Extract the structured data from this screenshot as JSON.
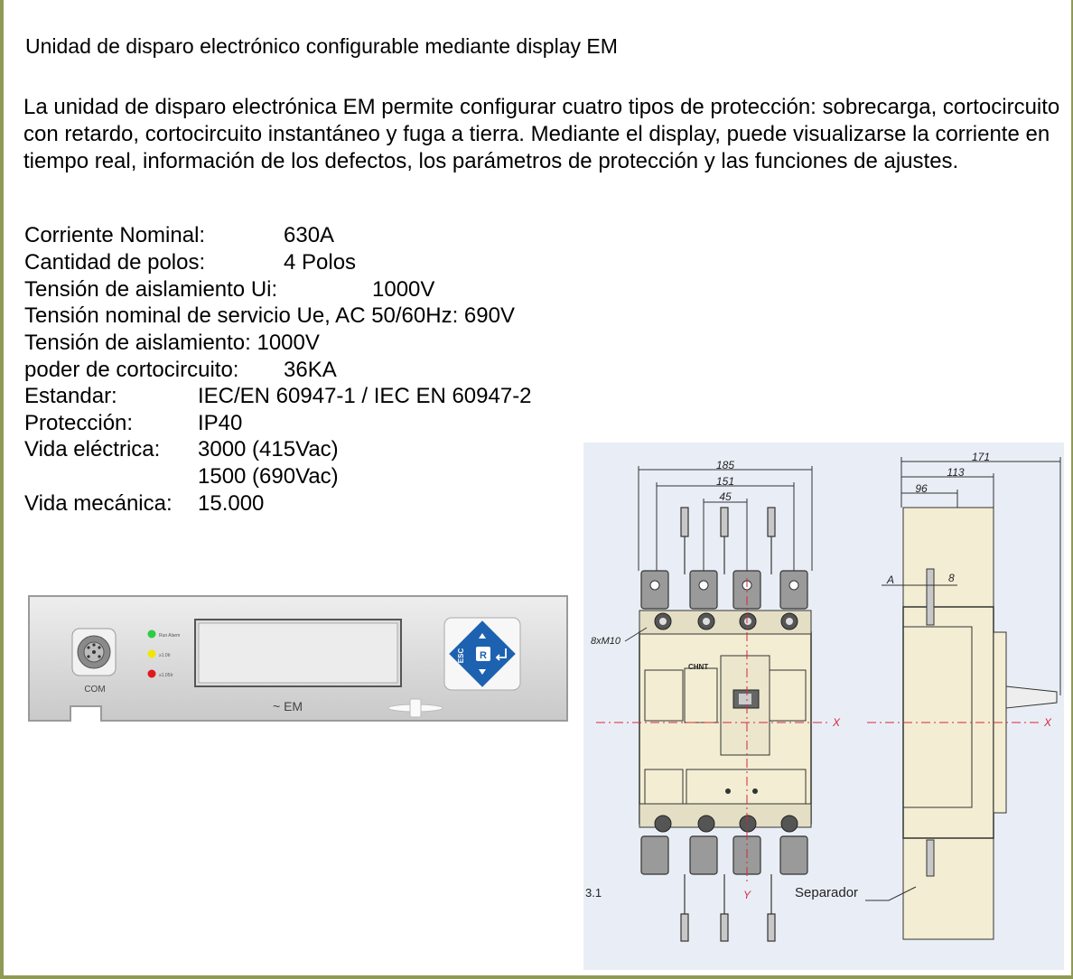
{
  "heading": "Unidad de disparo electrónico configurable mediante display EM",
  "description": "La unidad de disparo electrónica EM permite configurar cuatro tipos de protección: sobrecarga, cortocircuito con retardo, cortocircuito instantáneo y fuga a tierra. Mediante el display, puede visualizarse la corriente en tiempo real, información de los defectos, los parámetros de protección y las funciones de ajustes.",
  "specs": {
    "corriente_label": "Corriente Nominal:",
    "corriente_value": "630A",
    "polos_label": "Cantidad de polos:",
    "polos_value": "4 Polos",
    "ui_label": "Tensión de aislamiento Ui:",
    "ui_value": "1000V",
    "ue_line": "Tensión nominal de servicio Ue, AC 50/60Hz: 690V",
    "aislamiento_line": "Tensión de aislamiento: 1000V",
    "poder_label": "poder de cortocircuito:",
    "poder_value": "36KA",
    "estandar_label": "Estandar:",
    "estandar_value": "IEC/EN 60947-1 / IEC EN 60947-2",
    "proteccion_label": "Protección:",
    "proteccion_value": "IP40",
    "vida_electrica_label": "Vida eléctrica:",
    "vida_electrica_value1": "3000 (415Vac)",
    "vida_electrica_value2": "1500 (690Vac)",
    "vida_mecanica_label": "Vida mecánica:",
    "vida_mecanica_value": "15.000"
  },
  "panel": {
    "com_label": "COM",
    "em_label": "~ EM",
    "led1_label": "Run Alarm",
    "led2_label": "≥1.0Ir",
    "led3_label": "≥1.05Ir",
    "esc_key": "ESC",
    "r_key": "R",
    "colors": {
      "led_green": "#2ecc40",
      "led_yellow": "#f2e600",
      "led_red": "#e0191a",
      "keypad": "#1d62b0"
    }
  },
  "drawing": {
    "dim_185": "185",
    "dim_151": "151",
    "dim_45": "45",
    "dim_171": "171",
    "dim_113": "113",
    "dim_96": "96",
    "label_a": "A",
    "label_8": "8",
    "screws": "8xM10",
    "brand": "CHNT",
    "axis_x1": "X",
    "axis_x2": "X",
    "axis_y": "Y",
    "figure_ref": "3.1",
    "separator": "Separador",
    "colors": {
      "background": "#e9eef6",
      "body": "#f3eed3",
      "axis": "#d6263a"
    }
  }
}
